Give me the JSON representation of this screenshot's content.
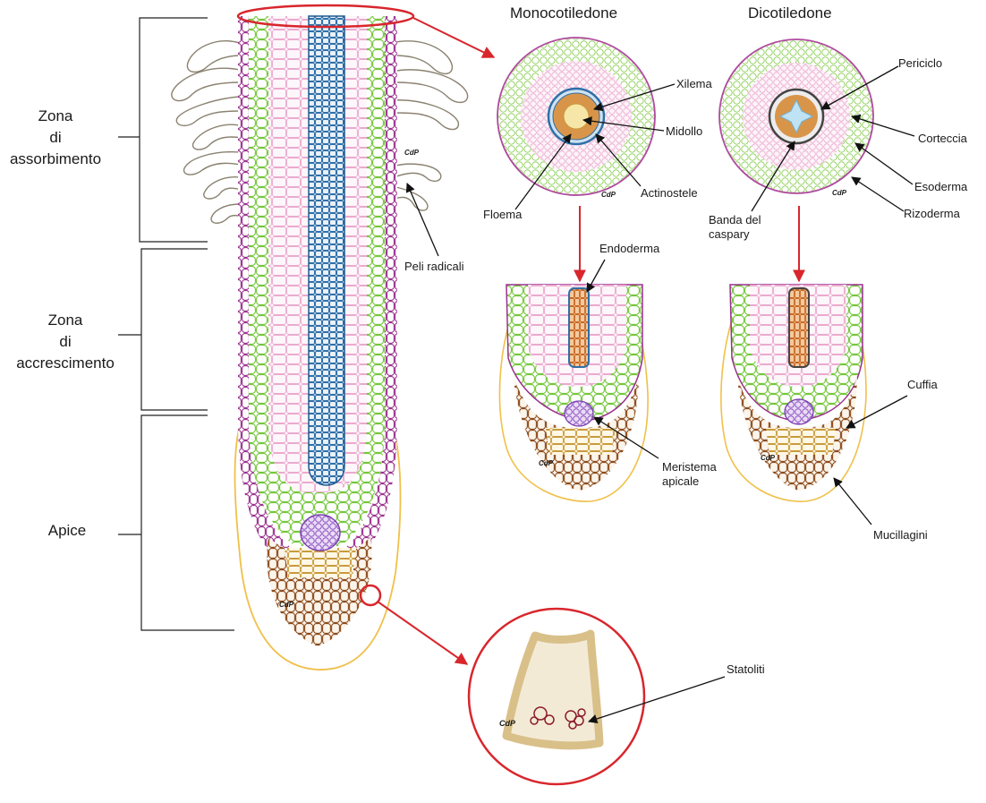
{
  "headings": {
    "mono": "Monocotiledone",
    "di": "Dicotiledone"
  },
  "zones": {
    "absorption": [
      "Zona",
      "di",
      "assorbimento"
    ],
    "growth": [
      "Zona",
      "di",
      "accrescimento"
    ],
    "apex": "Apice"
  },
  "labels": {
    "peli_radicali": "Peli radicali",
    "xilema": "Xilema",
    "midollo": "Midollo",
    "actinostele": "Actinostele",
    "floema": "Floema",
    "endoderma": "Endoderma",
    "periciclo": "Periciclo",
    "corteccia": "Corteccia",
    "esoderma": "Esoderma",
    "rizoderma": "Rizoderma",
    "banda_caspary": [
      "Banda del",
      "caspary"
    ],
    "cuffia": "Cuffia",
    "meristema_apicale": [
      "Meristema",
      "apicale"
    ],
    "mucillagini": "Mucillagini",
    "statoliti": "Statoliti"
  },
  "watermark": "CdP",
  "colors": {
    "highlight_red": "#d8262c",
    "epidermis_purple": "#9a2f8e",
    "cortex_green": "#77c93c",
    "cortex_pink": "#f0b6d6",
    "stele_blue": "#2f6fa8",
    "cap_brown": "#8a4a1c",
    "mucilage_yellow": "#f0c04a",
    "meristem_violet": "#9b5fc6",
    "phloem_orange": "#d9823a",
    "statocyte_wall": "#d9c089"
  }
}
